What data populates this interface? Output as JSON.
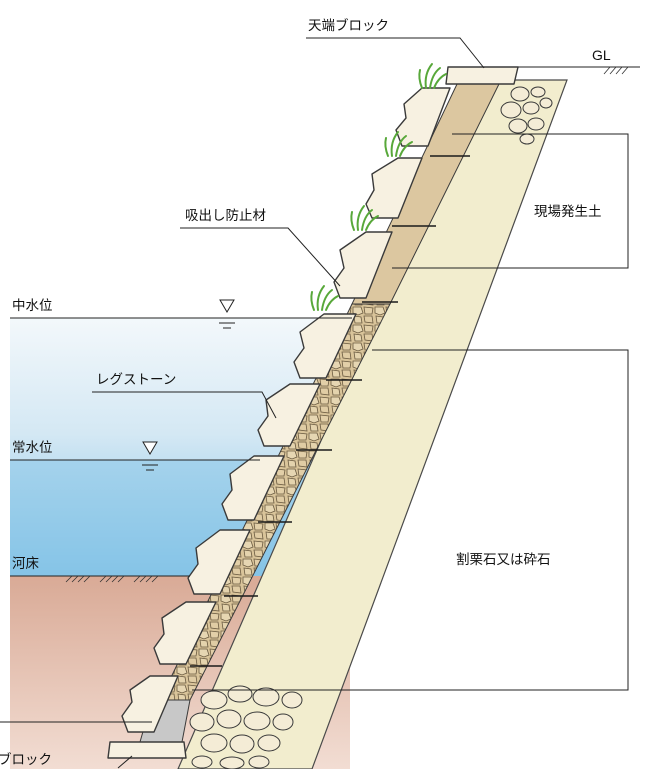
{
  "labels": {
    "top_block": "天端ブロック",
    "gl": "GL",
    "excavated_soil": "現場発生土",
    "suction_prevention": "吸出し防止材",
    "mid_water_level": "中水位",
    "leg_stone": "レグストーン",
    "normal_water_level": "常水位",
    "crushed_stone": "割栗石又は砕石",
    "riverbed": "河床",
    "base_block": "ブロック"
  },
  "colors": {
    "water_top": "#e8f2f8",
    "water_deep": "#7cc0e4",
    "riverbed_fill": "#e6c2b2",
    "backfill": "#f2edce",
    "soil": "#dcc7a0",
    "block_face": "#f7f1e1",
    "grass": "#58a83a",
    "concrete": "#c8c8c8"
  }
}
